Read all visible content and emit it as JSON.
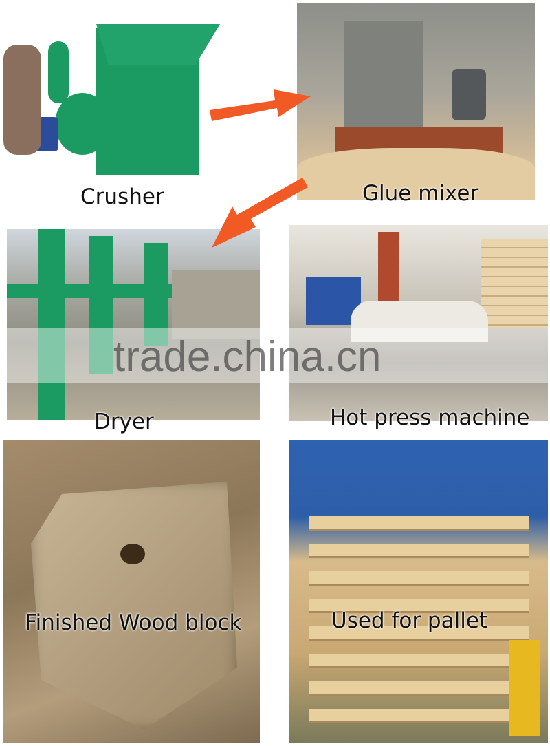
{
  "panels": [
    {
      "id": "crusher",
      "label": "Crusher"
    },
    {
      "id": "glue-mixer",
      "label": "Glue mixer"
    },
    {
      "id": "dryer",
      "label": "Dryer"
    },
    {
      "id": "hot-press",
      "label": "Hot press machine"
    },
    {
      "id": "wood-block",
      "label": "Finished Wood block"
    },
    {
      "id": "pallet",
      "label": "Used for pallet"
    }
  ],
  "watermark": "trade.china.cn",
  "arrow_color": "#f15a24",
  "machine_color": "#1b9a62"
}
